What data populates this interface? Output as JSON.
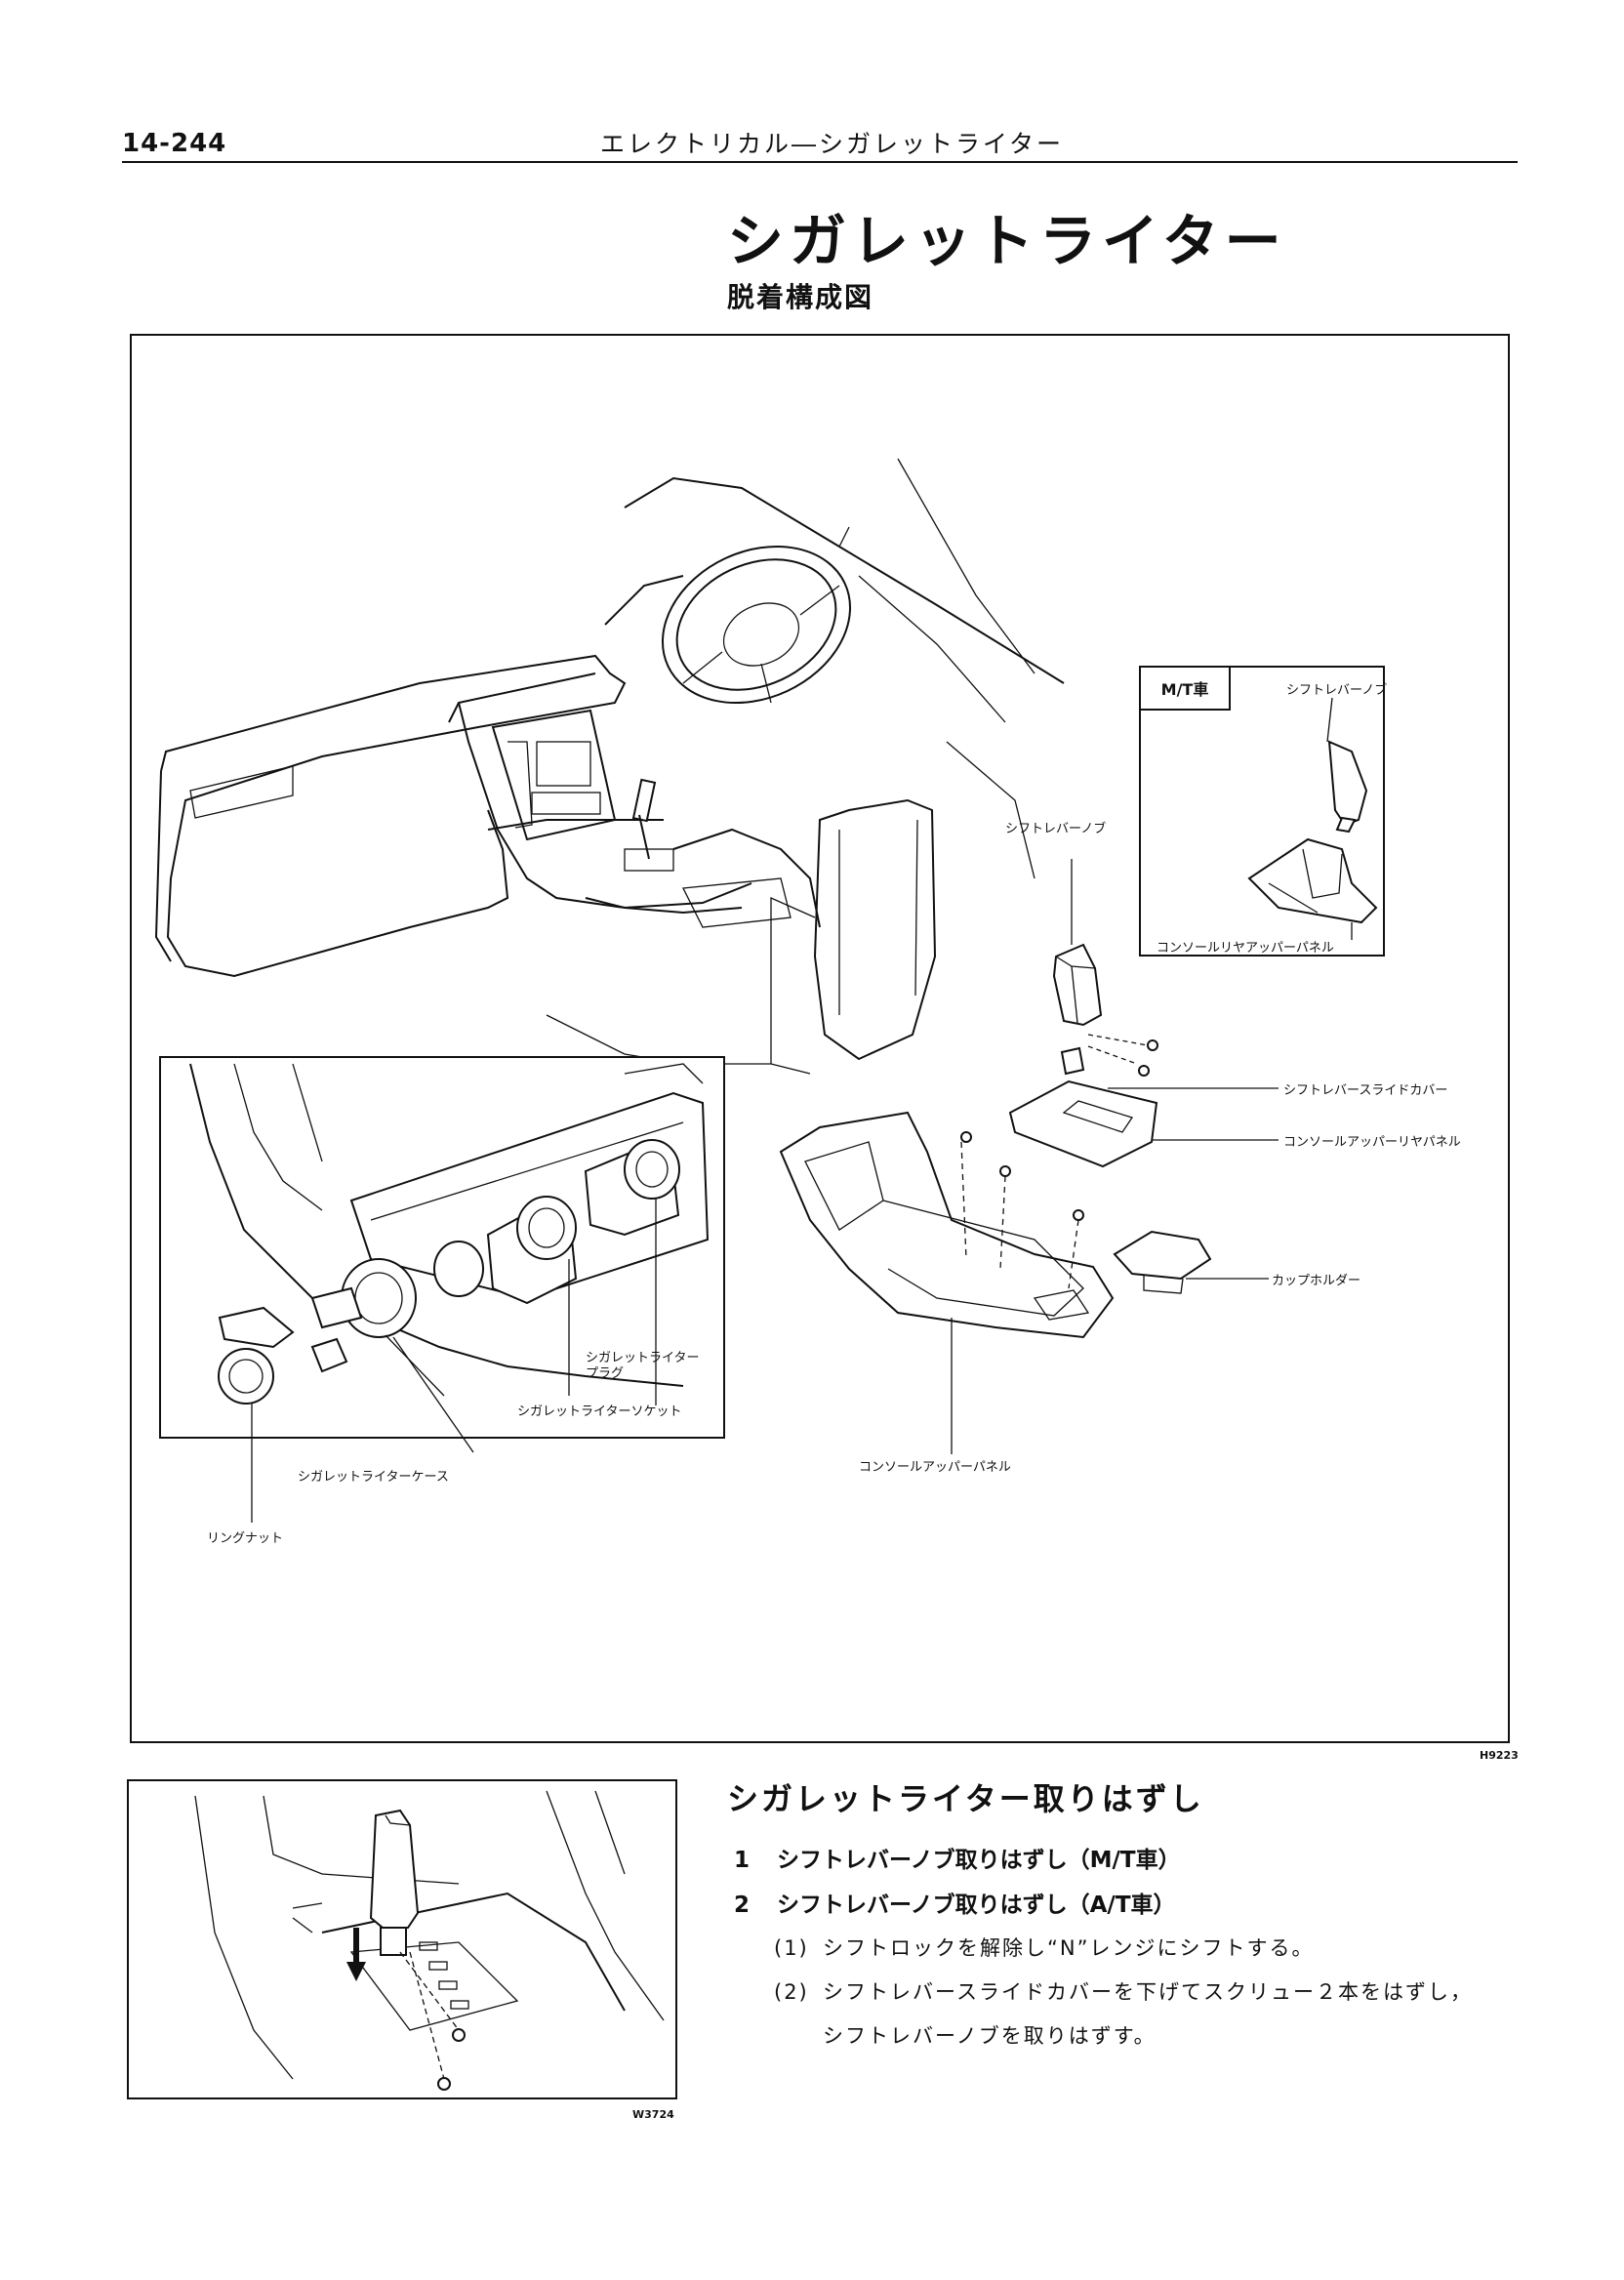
{
  "header": {
    "page_number": "14-244",
    "running_title": "エレクトリカル―シガレットライター"
  },
  "title": "シガレットライター",
  "subtitle": "脱着構成図",
  "figure_main": {
    "code": "H9223",
    "inset_tag": "M/T車",
    "labels": {
      "mt_knob": "シフトレバーノブ",
      "mt_panel": "コンソールリヤアッパーパネル",
      "at_knob": "シフトレバーノブ",
      "slide_cover": "シフトレバースライドカバー",
      "upper_rear_panel": "コンソールアッパーリヤパネル",
      "cup_holder": "カップホルダー",
      "upper_panel": "コンソールアッパーパネル",
      "plug_line1": "シガレットライター",
      "plug_line2": "プラグ",
      "socket": "シガレットライターソケット",
      "case": "シガレットライターケース",
      "ring_nut": "リングナット"
    }
  },
  "figure_step": {
    "code": "W3724"
  },
  "procedure": {
    "heading": "シガレットライター取りはずし",
    "steps": [
      {
        "num": "1",
        "text": "シフトレバーノブ取りはずし（M/T車）"
      },
      {
        "num": "2",
        "text": "シフトレバーノブ取りはずし（A/T車）"
      }
    ],
    "substeps": [
      {
        "num": "(1)",
        "text": "シフトロックを解除し“N”レンジにシフトする。"
      },
      {
        "num": "(2)",
        "text": "シフトレバースライドカバーを下げてスクリュー２本をはずし，"
      },
      {
        "num": "",
        "text": "シフトレバーノブを取りはずす。"
      }
    ]
  }
}
